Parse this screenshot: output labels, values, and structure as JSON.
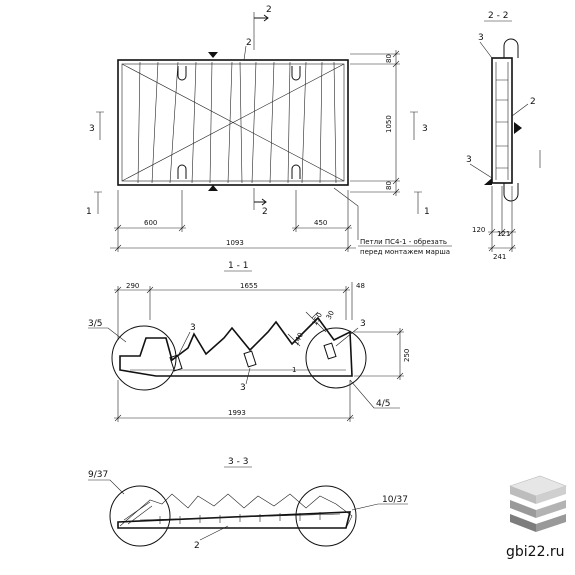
{
  "plan": {
    "section_mark_top": "2",
    "section_mark_bottom": "2",
    "leader_2": "2",
    "left_3": "3",
    "right_3": "3",
    "left_1": "1",
    "right_1": "1",
    "dim_top_right": "80",
    "dim_height": "1050",
    "dim_bottom_right": "80",
    "dim_left": "600",
    "dim_right": "450",
    "dim_total": "1093",
    "note": "Петли ПС4-1 - обрезать перед монтажем марша"
  },
  "section_2_2": {
    "title": "2 - 2",
    "mark_3_top": "3",
    "mark_2": "2",
    "mark_3_bottom": "3",
    "dim_120": "120",
    "dim_121": "121",
    "dim_241": "241"
  },
  "section_1_1": {
    "title": "1 - 1",
    "dim_290": "290",
    "dim_1655": "1655",
    "dim_48": "48",
    "dim_150": "150",
    "dim_30": "30",
    "dim_140": "140",
    "dim_250": "250",
    "dim_1993": "1993",
    "callout_left": "3/5",
    "callout_right": "4/5",
    "mark_3_a": "3",
    "mark_3_b": "3",
    "mark_3_c": "3",
    "mark_1": "1"
  },
  "section_3_3": {
    "title": "3 - 3",
    "callout_left": "9/37",
    "callout_right": "10/37",
    "mark_2": "2"
  },
  "watermark": {
    "text": "gbi22.ru",
    "logo_icon": "stacked-slabs-icon"
  }
}
